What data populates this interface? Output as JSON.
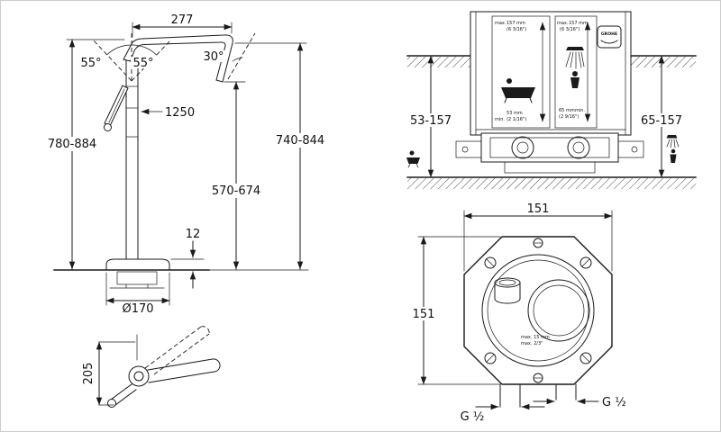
{
  "page": {
    "background": "#ffffff",
    "line_color": "#1a1a1a"
  },
  "faucet_side_view": {
    "dim_spout_width": "277",
    "angle_handle_left": "55°",
    "angle_handle_right": "55°",
    "angle_spout": "30°",
    "dim_hose_length": "1250",
    "dim_total_height_left": "780-884",
    "dim_total_height_right": "740-844",
    "dim_outlet_height": "570-674",
    "dim_base_plate_height": "12",
    "dim_base_diameter": "Ø170"
  },
  "faucet_plan_view": {
    "dim_depth": "205"
  },
  "installation_section_view": {
    "dim_depth_left": "53-157",
    "dim_depth_right": "65-157",
    "brand_logo": "GROHE",
    "left_panel": {
      "max_label": "max.",
      "max_mm": "157 mm",
      "max_in": "(6 3/16\")",
      "min_mm": "53 mm",
      "min_in": "(2 1/16\")",
      "min_label": "min."
    },
    "right_panel": {
      "max_label": "max.",
      "max_mm": "157 mm",
      "max_in": "(6 3/16\")",
      "min_mm": "65 mm",
      "min_label": "min.",
      "min_in": "(2 9/16\")"
    }
  },
  "rough_in_plan_view": {
    "dim_width": "151",
    "dim_height": "151",
    "note_line1": "max. 15 mm",
    "note_line2": "max. 2/3\"",
    "thread_left": "G ½",
    "thread_right": "G ½"
  }
}
